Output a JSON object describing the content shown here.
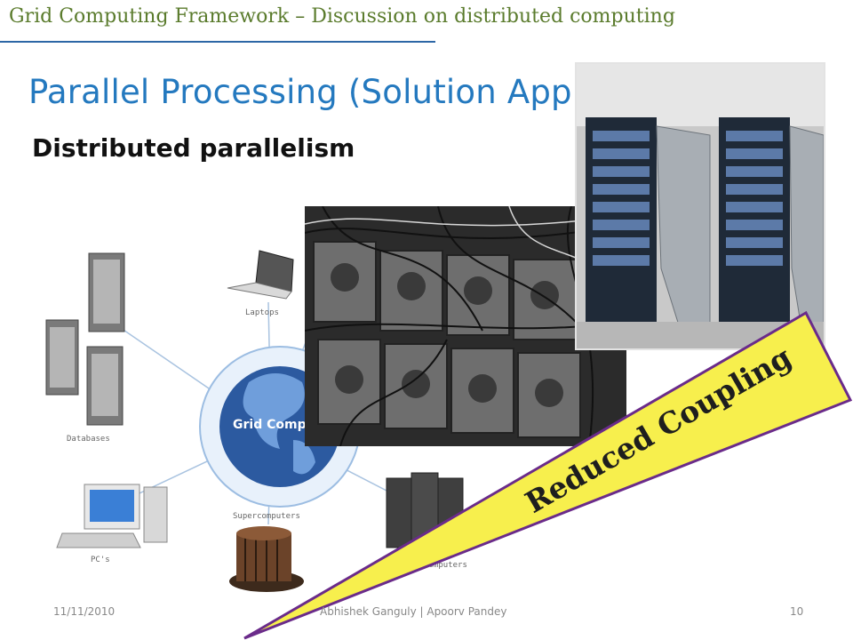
{
  "header": {
    "framework": "Grid Computing Framework",
    "separator": " – ",
    "topic": "Discussion on distributed computing"
  },
  "slide": {
    "title": "Parallel Processing  (Solution Approaches)",
    "subtitle": "Distributed  parallelism"
  },
  "diagram": {
    "labels": {
      "laptops": "Laptops",
      "databases": "Databases",
      "pcs": "PC's",
      "supercomputers_bottom": "Supercomputers",
      "supercomputers_right": "Supercomputers",
      "globe": "Grid Computing"
    }
  },
  "callout": {
    "text": "Reduced Coupling",
    "fill": "#f7ef4d",
    "stroke": "#6a2b8a"
  },
  "footer": {
    "date": "11/11/2010",
    "authors": "Abhishek Ganguly  |  Apoorv Pandey",
    "page": "10"
  },
  "colors": {
    "header": "#5a7b2c",
    "title": "#2479bf",
    "rule": "#2d67a6"
  }
}
